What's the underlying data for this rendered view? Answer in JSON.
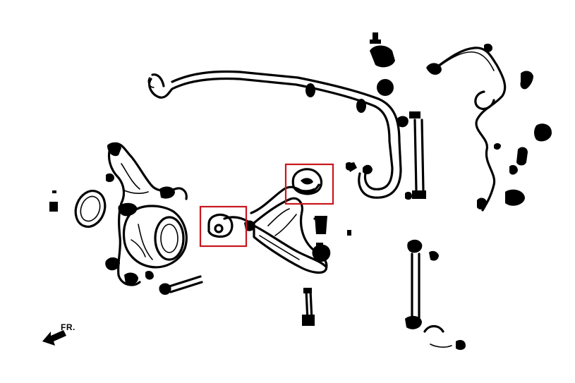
{
  "direction_label": "FR.",
  "colors": {
    "line": "#000000",
    "highlight": "#c8161d",
    "background": "#ffffff"
  },
  "highlight_boxes": [
    "lower-arm-front-bushing",
    "lower-arm-rear-bushing"
  ]
}
